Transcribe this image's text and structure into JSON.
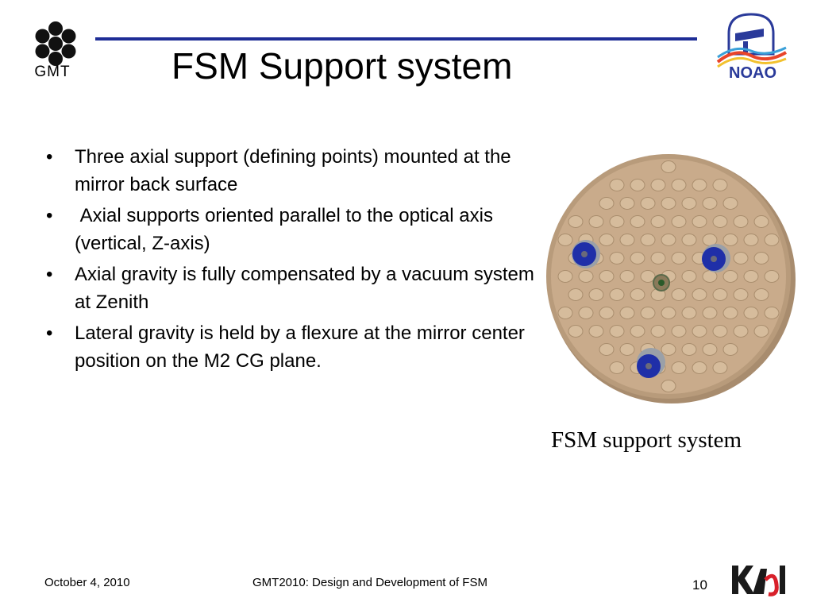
{
  "header": {
    "title": "FSM Support system",
    "left_logo": {
      "icon": "gmt-logo-icon",
      "text": "GMT"
    },
    "right_logo": {
      "icon": "noao-logo-icon",
      "text": "NOAO"
    },
    "rule_color": "#1e2d96"
  },
  "bullets": [
    {
      "marker": "•",
      "text": "Three axial support (defining points) mounted at the mirror back surface"
    },
    {
      "marker": "•",
      "text": " Axial supports oriented parallel to the optical axis (vertical, Z-axis)"
    },
    {
      "marker": "•",
      "text": "Axial gravity is fully compensated by a vacuum system at Zenith"
    },
    {
      "marker": "•",
      "text": "Lateral gravity is held by a flexure at the mirror center position on the M2 CG plane."
    }
  ],
  "figure": {
    "image": "fsm-mirror-back-render",
    "caption": "FSM support system",
    "colors": {
      "mirror": "#c9ab8b",
      "support": "#1f2fa8",
      "hole": "#d6bc9c"
    }
  },
  "footer": {
    "date": "October 4, 2010",
    "conference": "GMT2010: Design and Development of FSM",
    "page": "10",
    "logo": {
      "icon": "kasi-logo-icon",
      "text": "KASI"
    }
  }
}
